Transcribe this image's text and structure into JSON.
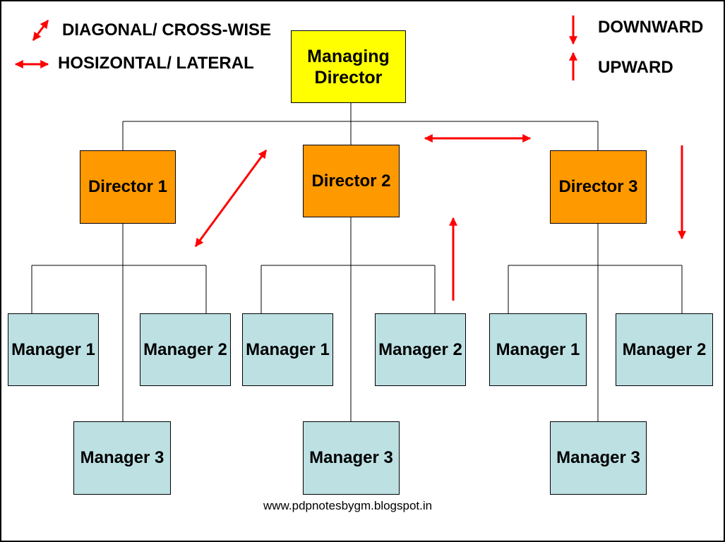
{
  "legend": {
    "diagonal": "DIAGONAL/ CROSS-WISE",
    "horizontal": "HOSIZONTAL/ LATERAL",
    "downward": "DOWNWARD",
    "upward": "UPWARD"
  },
  "org": {
    "managing_director": "Managing\nDirector",
    "directors": [
      {
        "label": "Director 1",
        "managers": [
          "Manager 1",
          "Manager 2",
          "Manager 3"
        ]
      },
      {
        "label": "Director 2",
        "managers": [
          "Manager 1",
          "Manager 2",
          "Manager 3"
        ]
      },
      {
        "label": "Director 3",
        "managers": [
          "Manager 1",
          "Manager 2",
          "Manager 3"
        ]
      }
    ]
  },
  "footer": {
    "url": "www.pdpnotesbygm.blogspot.in"
  },
  "colors": {
    "managing_director": "#ffff00",
    "director": "#ff9900",
    "manager": "#bde0e3",
    "arrow": "#ff0000",
    "line": "#000000"
  }
}
